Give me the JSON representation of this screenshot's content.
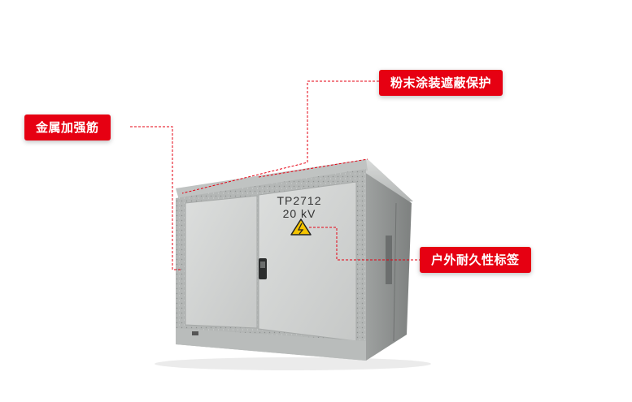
{
  "callouts": {
    "metal_reinforcement": "金属加强筋",
    "powder_coating": "粉末涂装遮蔽保护",
    "outdoor_durable_label": "户外耐久性标签"
  },
  "cabinet": {
    "id_text": "TP2712",
    "voltage_text": "20 kV"
  },
  "icons": {
    "warning": "high-voltage-warning-icon"
  },
  "colors": {
    "callout_bg": "#e60012",
    "callout_text": "#ffffff",
    "leader_line": "#e60012",
    "cabinet_body": "#c9cbcb"
  }
}
